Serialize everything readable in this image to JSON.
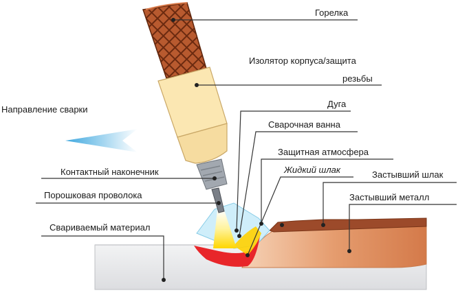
{
  "labels": {
    "torch": "Горелка",
    "insulator_line1": "Изолятор корпуса/защита",
    "insulator_line2": "резьбы",
    "direction": "Направление сварки",
    "arc": "Дуга",
    "weld_pool": "Сварочная ванна",
    "shield_gas": "Защитная атмосфера",
    "liquid_slag": "Жидкий шлак",
    "solid_slag": "Застывший шлак",
    "contact_tip": "Контактный наконечник",
    "solid_metal": "Застывший металл",
    "flux_wire": "Порошковая проволока",
    "base_material": "Свариваемый материал"
  },
  "colors": {
    "handle": "#b5532c",
    "insulator": "#fbe7b2",
    "tip": "#9aa1ab",
    "arc": "#ffe25a",
    "pool": "#e8262a",
    "gas": "#bfe6f5",
    "slag": "#b4643f",
    "metal": "#e59c6e",
    "base": "#e5e6e8",
    "arrow": "#3fa8df"
  },
  "icons": {
    "direction_arrow": "arrow-left-icon"
  }
}
